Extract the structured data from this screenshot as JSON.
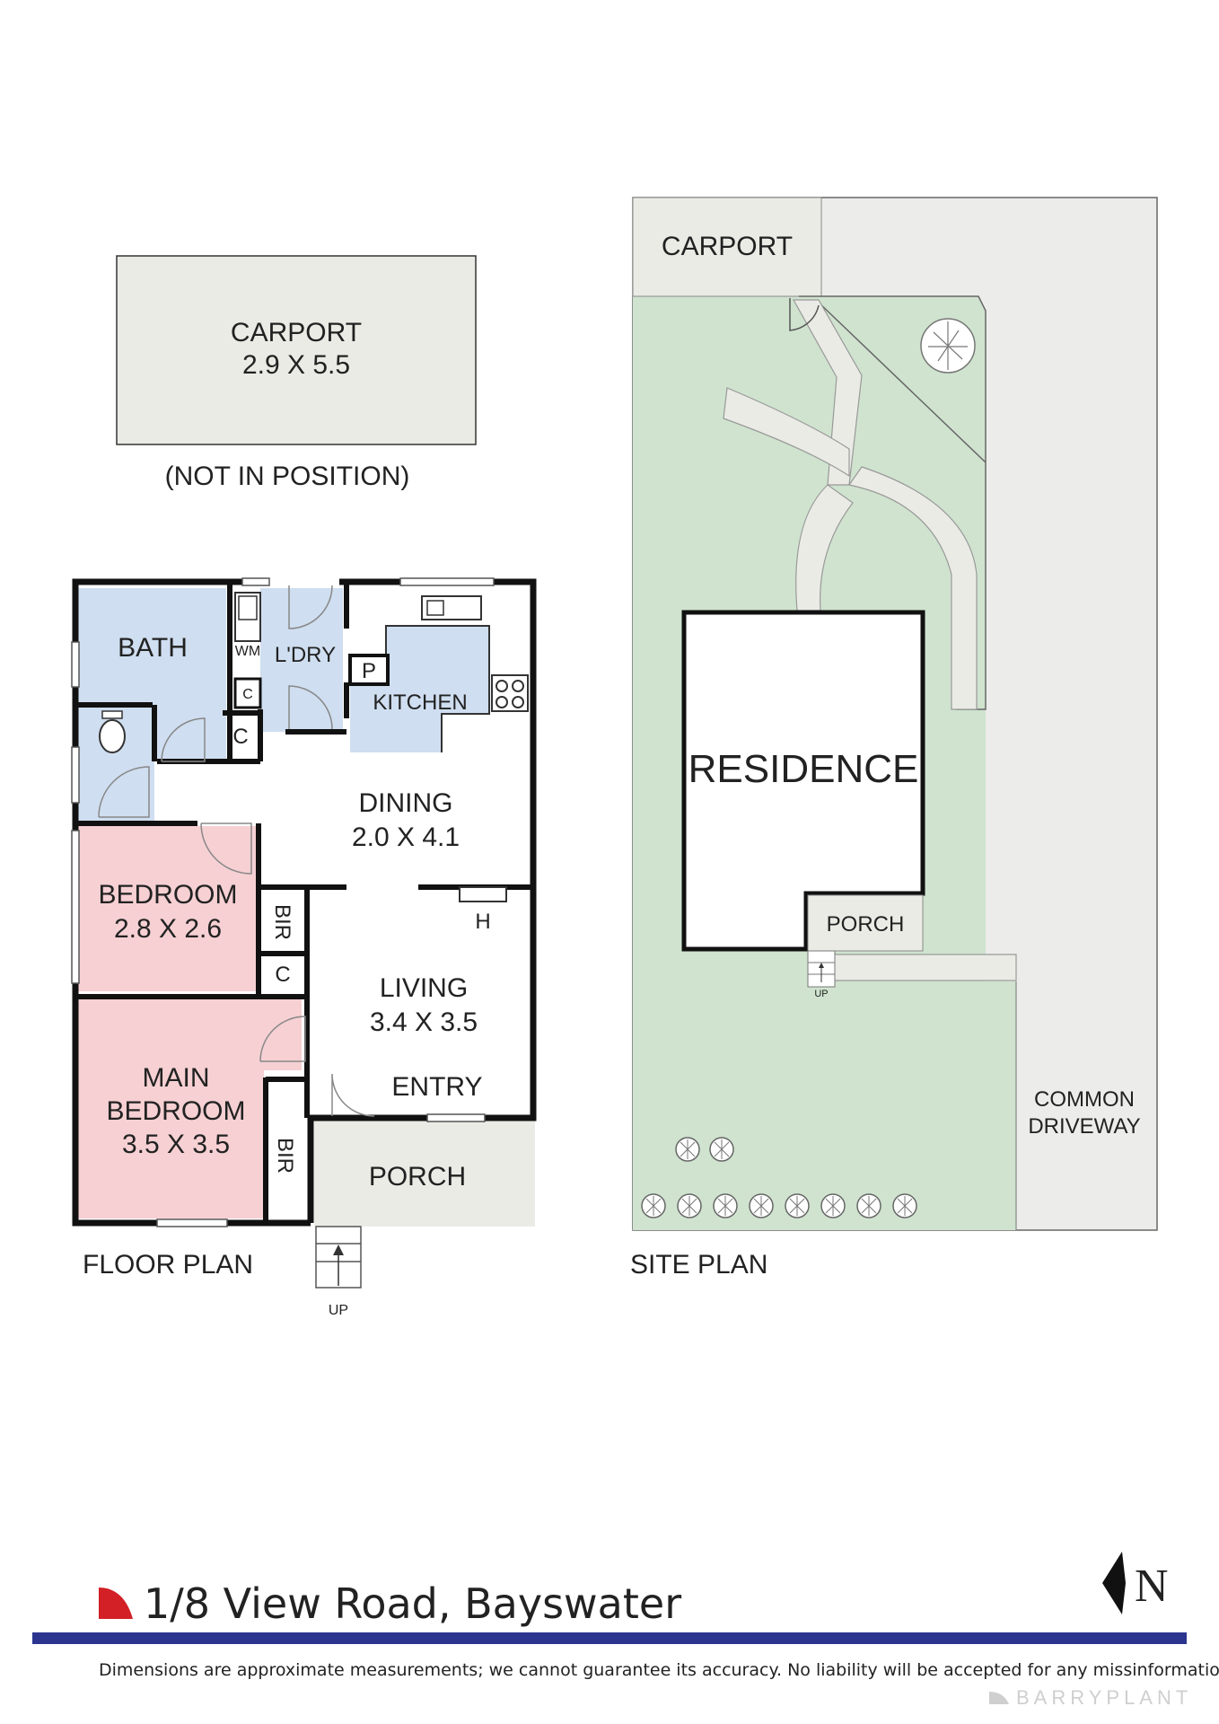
{
  "colors": {
    "bath": "#cfdef0",
    "bedroom": "#f6d0d3",
    "grass": "#cfe3cf",
    "paving": "#ebebe6",
    "driveway": "#ececea",
    "wall": "#111111",
    "accent_red": "#d32027",
    "rule_blue": "#2b3590",
    "brand_grey": "#cfcfcf"
  },
  "floor_plan": {
    "caption": "FLOOR PLAN",
    "carport": {
      "label": "CARPORT",
      "dims": "2.9 X 5.5",
      "note": "(NOT IN POSITION)"
    },
    "rooms": {
      "bath": "BATH",
      "wm": "WM",
      "laundry": "L'DRY",
      "pantry": "P",
      "kitchen": "KITCHEN",
      "cupboard_1": "C",
      "cupboard_2": "C",
      "cupboard_3": "C",
      "dining": {
        "label": "DINING",
        "dims": "2.0 X 4.1"
      },
      "bedroom": {
        "label": "BEDROOM",
        "dims": "2.8 X 2.6"
      },
      "bir_1": "BIR",
      "heater": "H",
      "living": {
        "label": "LIVING",
        "dims": "3.4 X 3.5"
      },
      "main_bedroom": {
        "line1": "MAIN",
        "line2": "BEDROOM",
        "dims": "3.5 X 3.5"
      },
      "bir_2": "BIR",
      "entry": "ENTRY",
      "porch": "PORCH",
      "up": "UP"
    }
  },
  "site_plan": {
    "caption": "SITE PLAN",
    "carport": "CARPORT",
    "residence": "RESIDENCE",
    "porch": "PORCH",
    "up": "UP",
    "common_driveway": {
      "line1": "COMMON",
      "line2": "DRIVEWAY"
    }
  },
  "footer": {
    "address": "1/8 View Road, Bayswater",
    "north": "N",
    "disclaimer": "Dimensions are approximate measurements; we cannot guarantee its accuracy. No liability will be accepted for any  missinformation",
    "brand": "BARRYPLANT"
  }
}
